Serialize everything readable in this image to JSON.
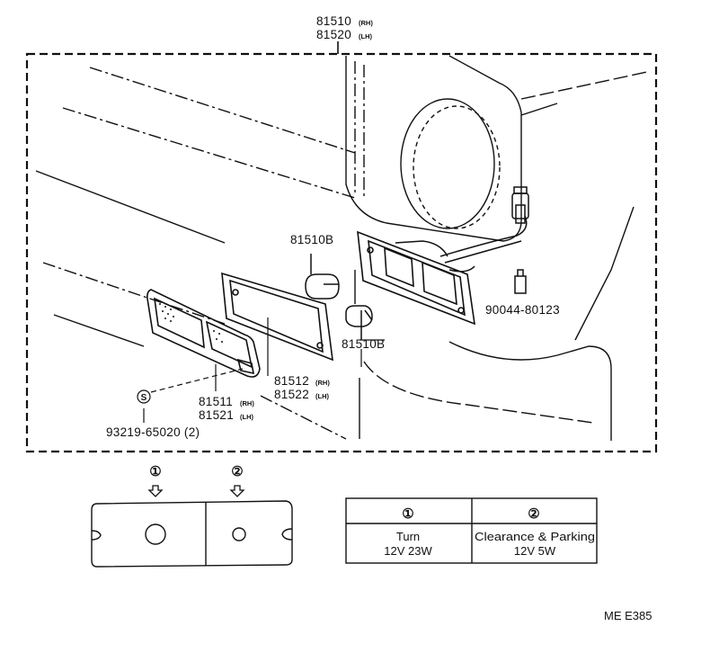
{
  "parts": {
    "assembly_rh": "81510",
    "assembly_rh_suffix": "(RH)",
    "assembly_lh": "81520",
    "assembly_lh_suffix": "(LH)",
    "bulb_upper": "81510B",
    "bulb_lower": "81510B",
    "socket_clip": "90044-80123",
    "gasket_rh": "81512",
    "gasket_rh_suffix": "(RH)",
    "gasket_lh": "81522",
    "gasket_lh_suffix": "(LH)",
    "lens_rh": "81511",
    "lens_rh_suffix": "(RH)",
    "lens_lh": "81521",
    "lens_lh_suffix": "(LH)",
    "screw": "93219-65020 (2)",
    "screw_symbol": "S"
  },
  "lens_callouts": {
    "one": "①",
    "two": "②"
  },
  "bulb_table": {
    "col1_num": "①",
    "col2_num": "②",
    "col1_name": "Turn",
    "col1_spec": "12V 23W",
    "col2_name": "Clearance & Parking",
    "col2_spec": "12V 5W"
  },
  "reference_code": "ME E385"
}
